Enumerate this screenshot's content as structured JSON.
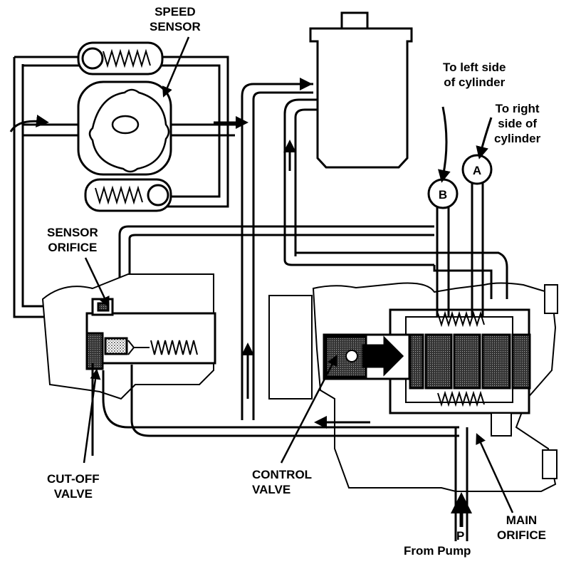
{
  "labels": {
    "speed_sensor_1": "SPEED",
    "speed_sensor_2": "SENSOR",
    "sensor_orifice_1": "SENSOR",
    "sensor_orifice_2": "ORIFICE",
    "left_side_1": "To left side",
    "left_side_2": "of cylinder",
    "right_side_1": "To right",
    "right_side_2": "side of",
    "right_side_3": "cylinder",
    "port_b": "B",
    "port_a": "A",
    "cutoff_1": "CUT-OFF",
    "cutoff_2": "VALVE",
    "control_1": "CONTROL",
    "control_2": "VALVE",
    "main_orifice_1": "MAIN",
    "main_orifice_2": "ORIFICE",
    "pump_p": "P",
    "pump_from": "From Pump"
  },
  "colors": {
    "ink": "#000000",
    "paper": "#ffffff",
    "stipple": "#555555",
    "hatch": "#333333"
  }
}
